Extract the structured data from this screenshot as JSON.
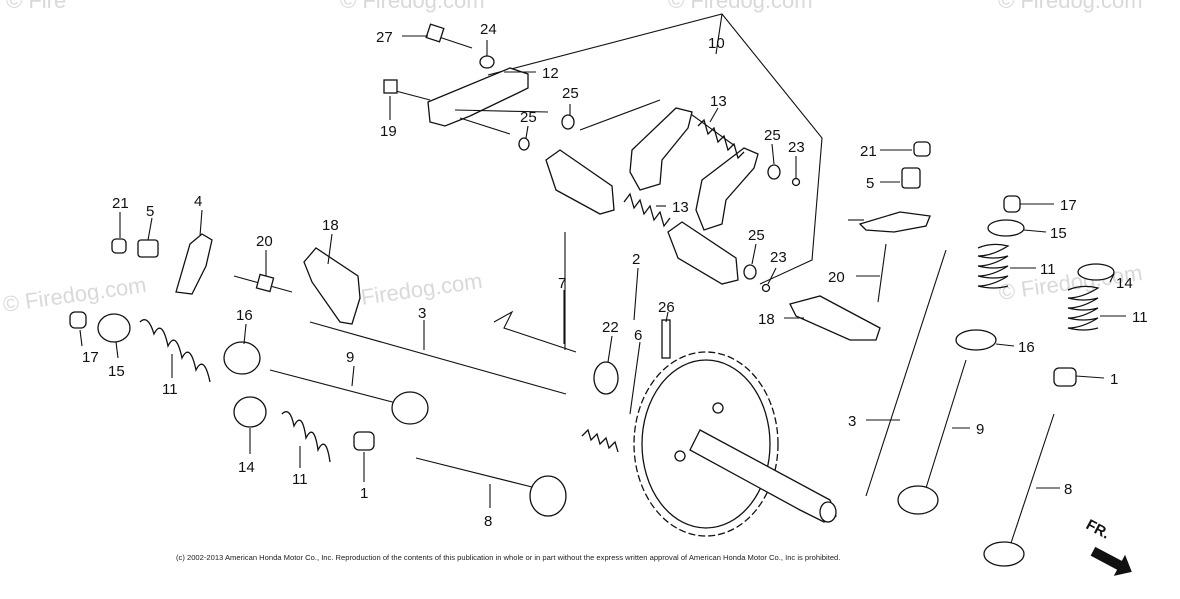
{
  "watermarks": [
    "© Fire",
    "© Firedog.com",
    "© Firedog.com",
    "© Firedog.com",
    "© Firedog.com",
    "© Firedog.com",
    "© Firedog.com"
  ],
  "callouts": [
    "27",
    "24",
    "12",
    "10",
    "19",
    "25",
    "25",
    "13",
    "25",
    "23",
    "21",
    "5",
    "17",
    "15",
    "11",
    "14",
    "11",
    "16",
    "1",
    "21",
    "5",
    "4",
    "20",
    "18",
    "3",
    "7",
    "2",
    "26",
    "22",
    "6",
    "13",
    "25",
    "23",
    "20",
    "18",
    "17",
    "15",
    "11",
    "14",
    "16",
    "3",
    "9",
    "11",
    "1",
    "9",
    "8",
    "8"
  ],
  "copyright": "(c) 2002-2013 American Honda Motor Co., Inc. Reproduction of the contents of this publication in whole or in part without the express written approval of American Honda Motor Co., Inc is prohibited.",
  "front_label": "FR."
}
